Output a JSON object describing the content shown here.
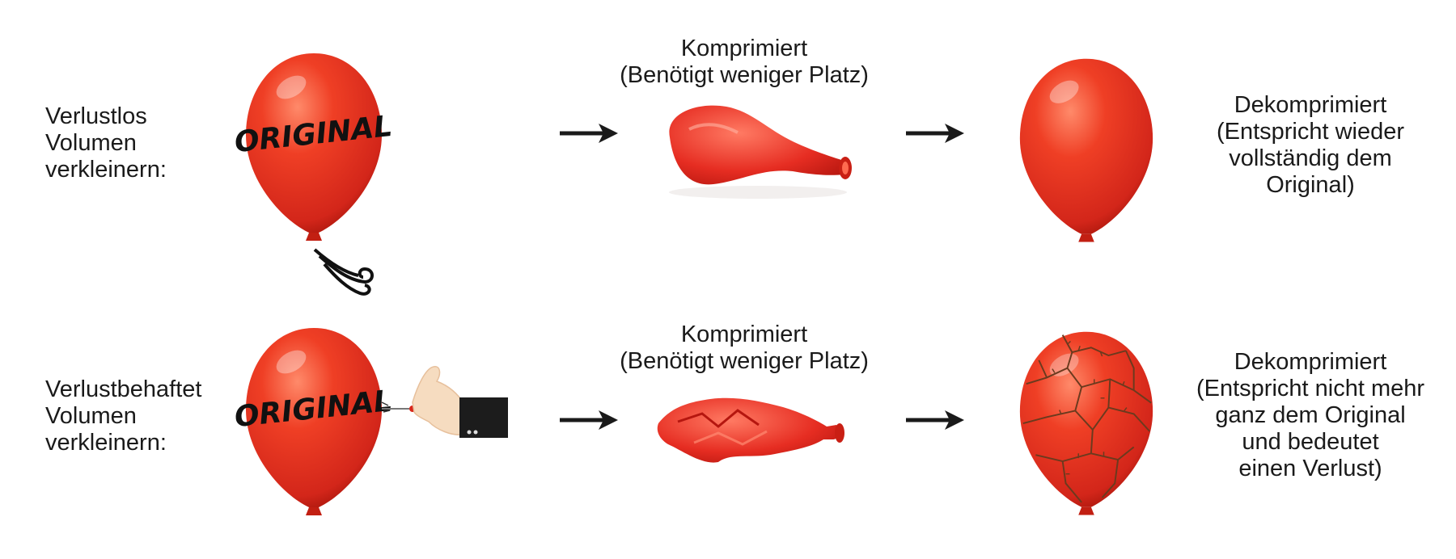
{
  "rows": [
    {
      "label": "Verlustlos\nVolumen\nverkleinern:",
      "original_text": "ORIGINAL",
      "compressed_caption": "Komprimiert\n(Benötigt weniger Platz)",
      "decompressed_caption": "Dekomprimiert\n(Entspricht wieder\nvollständig dem\nOriginal)"
    },
    {
      "label": "Verlustbehaftet\nVolumen\nverkleinern:",
      "original_text": "ORIGINAL",
      "compressed_caption": "Komprimiert\n(Benötigt weniger Platz)",
      "decompressed_caption": "Dekomprimiert\n(Entspricht nicht mehr\nganz dem Original\nund bedeutet\neinen Verlust)"
    }
  ],
  "colors": {
    "balloon": "#e8321f",
    "balloon_dark": "#b81c10",
    "arrow": "#1a1a1a",
    "crack": "#6b3a1e"
  },
  "icons": [
    "balloon-icon",
    "wind-icon",
    "hand-with-needle-icon",
    "arrow-right-icon",
    "deflated-balloon-icon",
    "cracked-balloon-icon"
  ]
}
